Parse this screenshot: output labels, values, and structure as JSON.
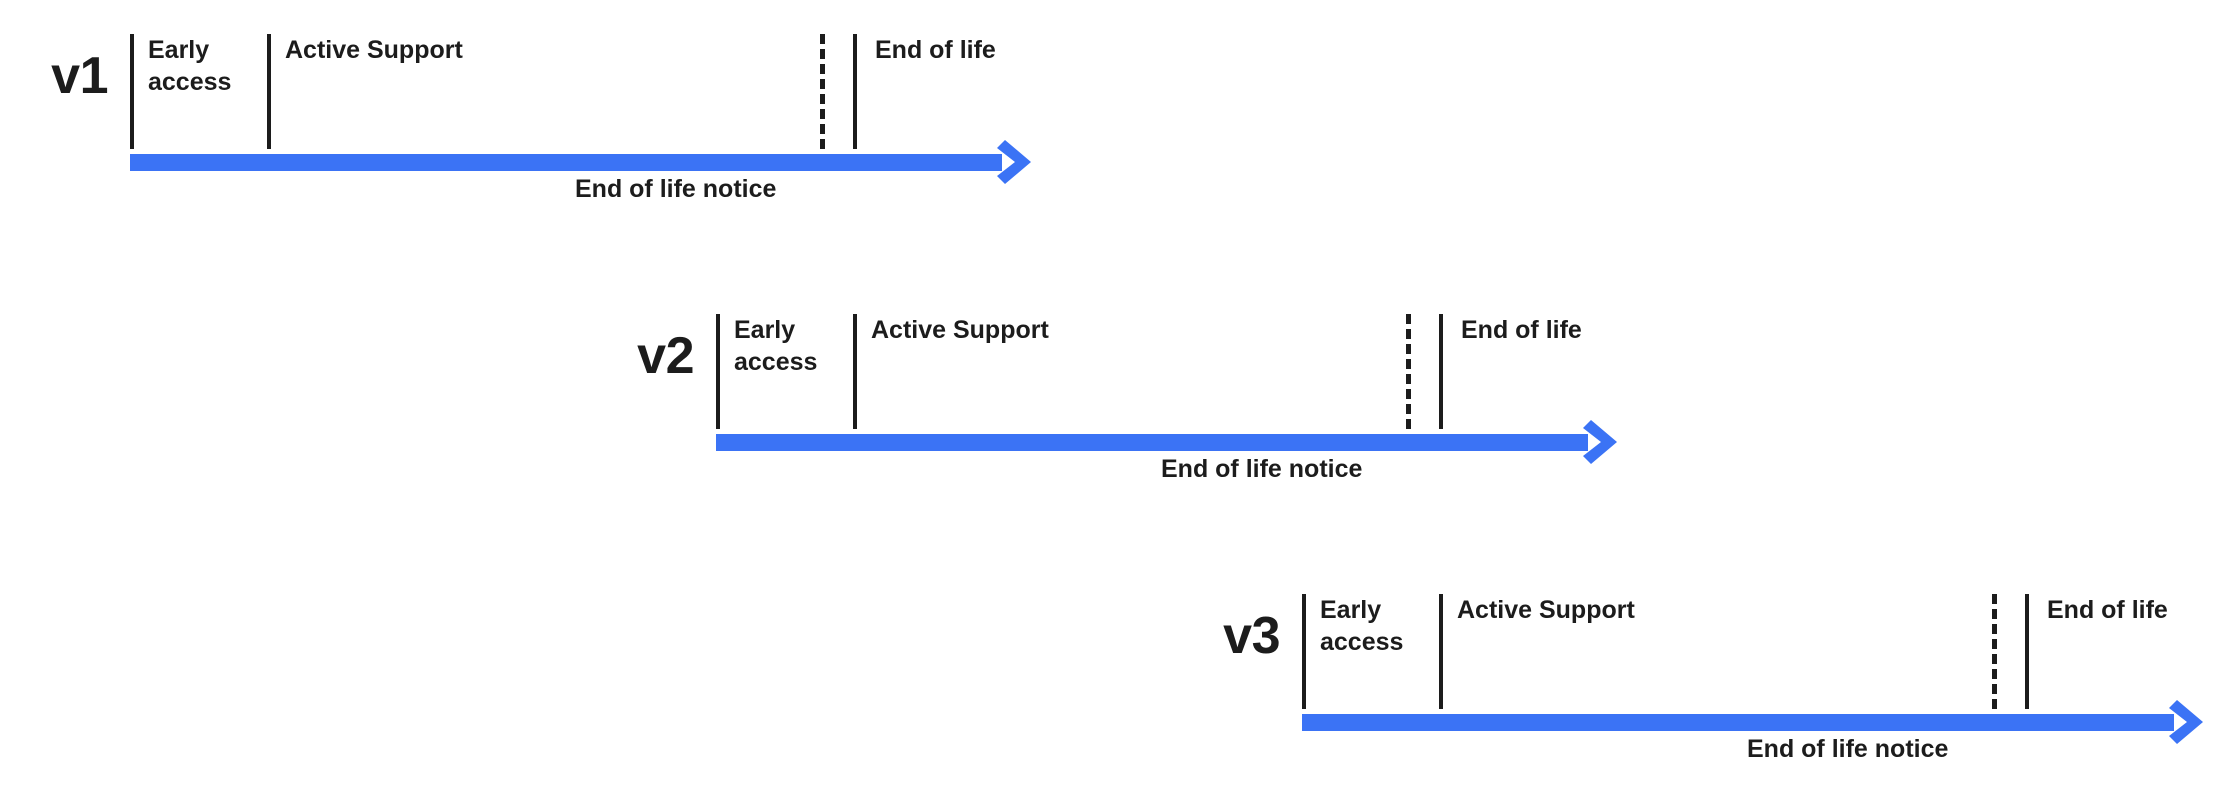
{
  "diagram": {
    "title": "Release lifecycle timeline",
    "accent_color": "#3b73f5",
    "text_color": "#1c1c1c",
    "background_color": "#ffffff",
    "arrow_icon": "arrow-right-icon",
    "rows": [
      {
        "version": "v1",
        "phases": [
          {
            "label": "Early\naccess"
          },
          {
            "label": "Active Support"
          },
          {
            "label": "End of life"
          }
        ],
        "notice_label": "End of life notice",
        "markers": {
          "start_rule": "solid",
          "early_access_end_rule": "solid",
          "notice_rule": "dashed",
          "end_of_life_rule": "solid"
        }
      },
      {
        "version": "v2",
        "phases": [
          {
            "label": "Early\naccess"
          },
          {
            "label": "Active Support"
          },
          {
            "label": "End of life"
          }
        ],
        "notice_label": "End of life notice",
        "markers": {
          "start_rule": "solid",
          "early_access_end_rule": "solid",
          "notice_rule": "dashed",
          "end_of_life_rule": "solid"
        }
      },
      {
        "version": "v3",
        "phases": [
          {
            "label": "Early\naccess"
          },
          {
            "label": "Active Support"
          },
          {
            "label": "End of life"
          }
        ],
        "notice_label": "End of life notice",
        "markers": {
          "start_rule": "solid",
          "early_access_end_rule": "solid",
          "notice_rule": "dashed",
          "end_of_life_rule": "solid"
        }
      }
    ]
  }
}
